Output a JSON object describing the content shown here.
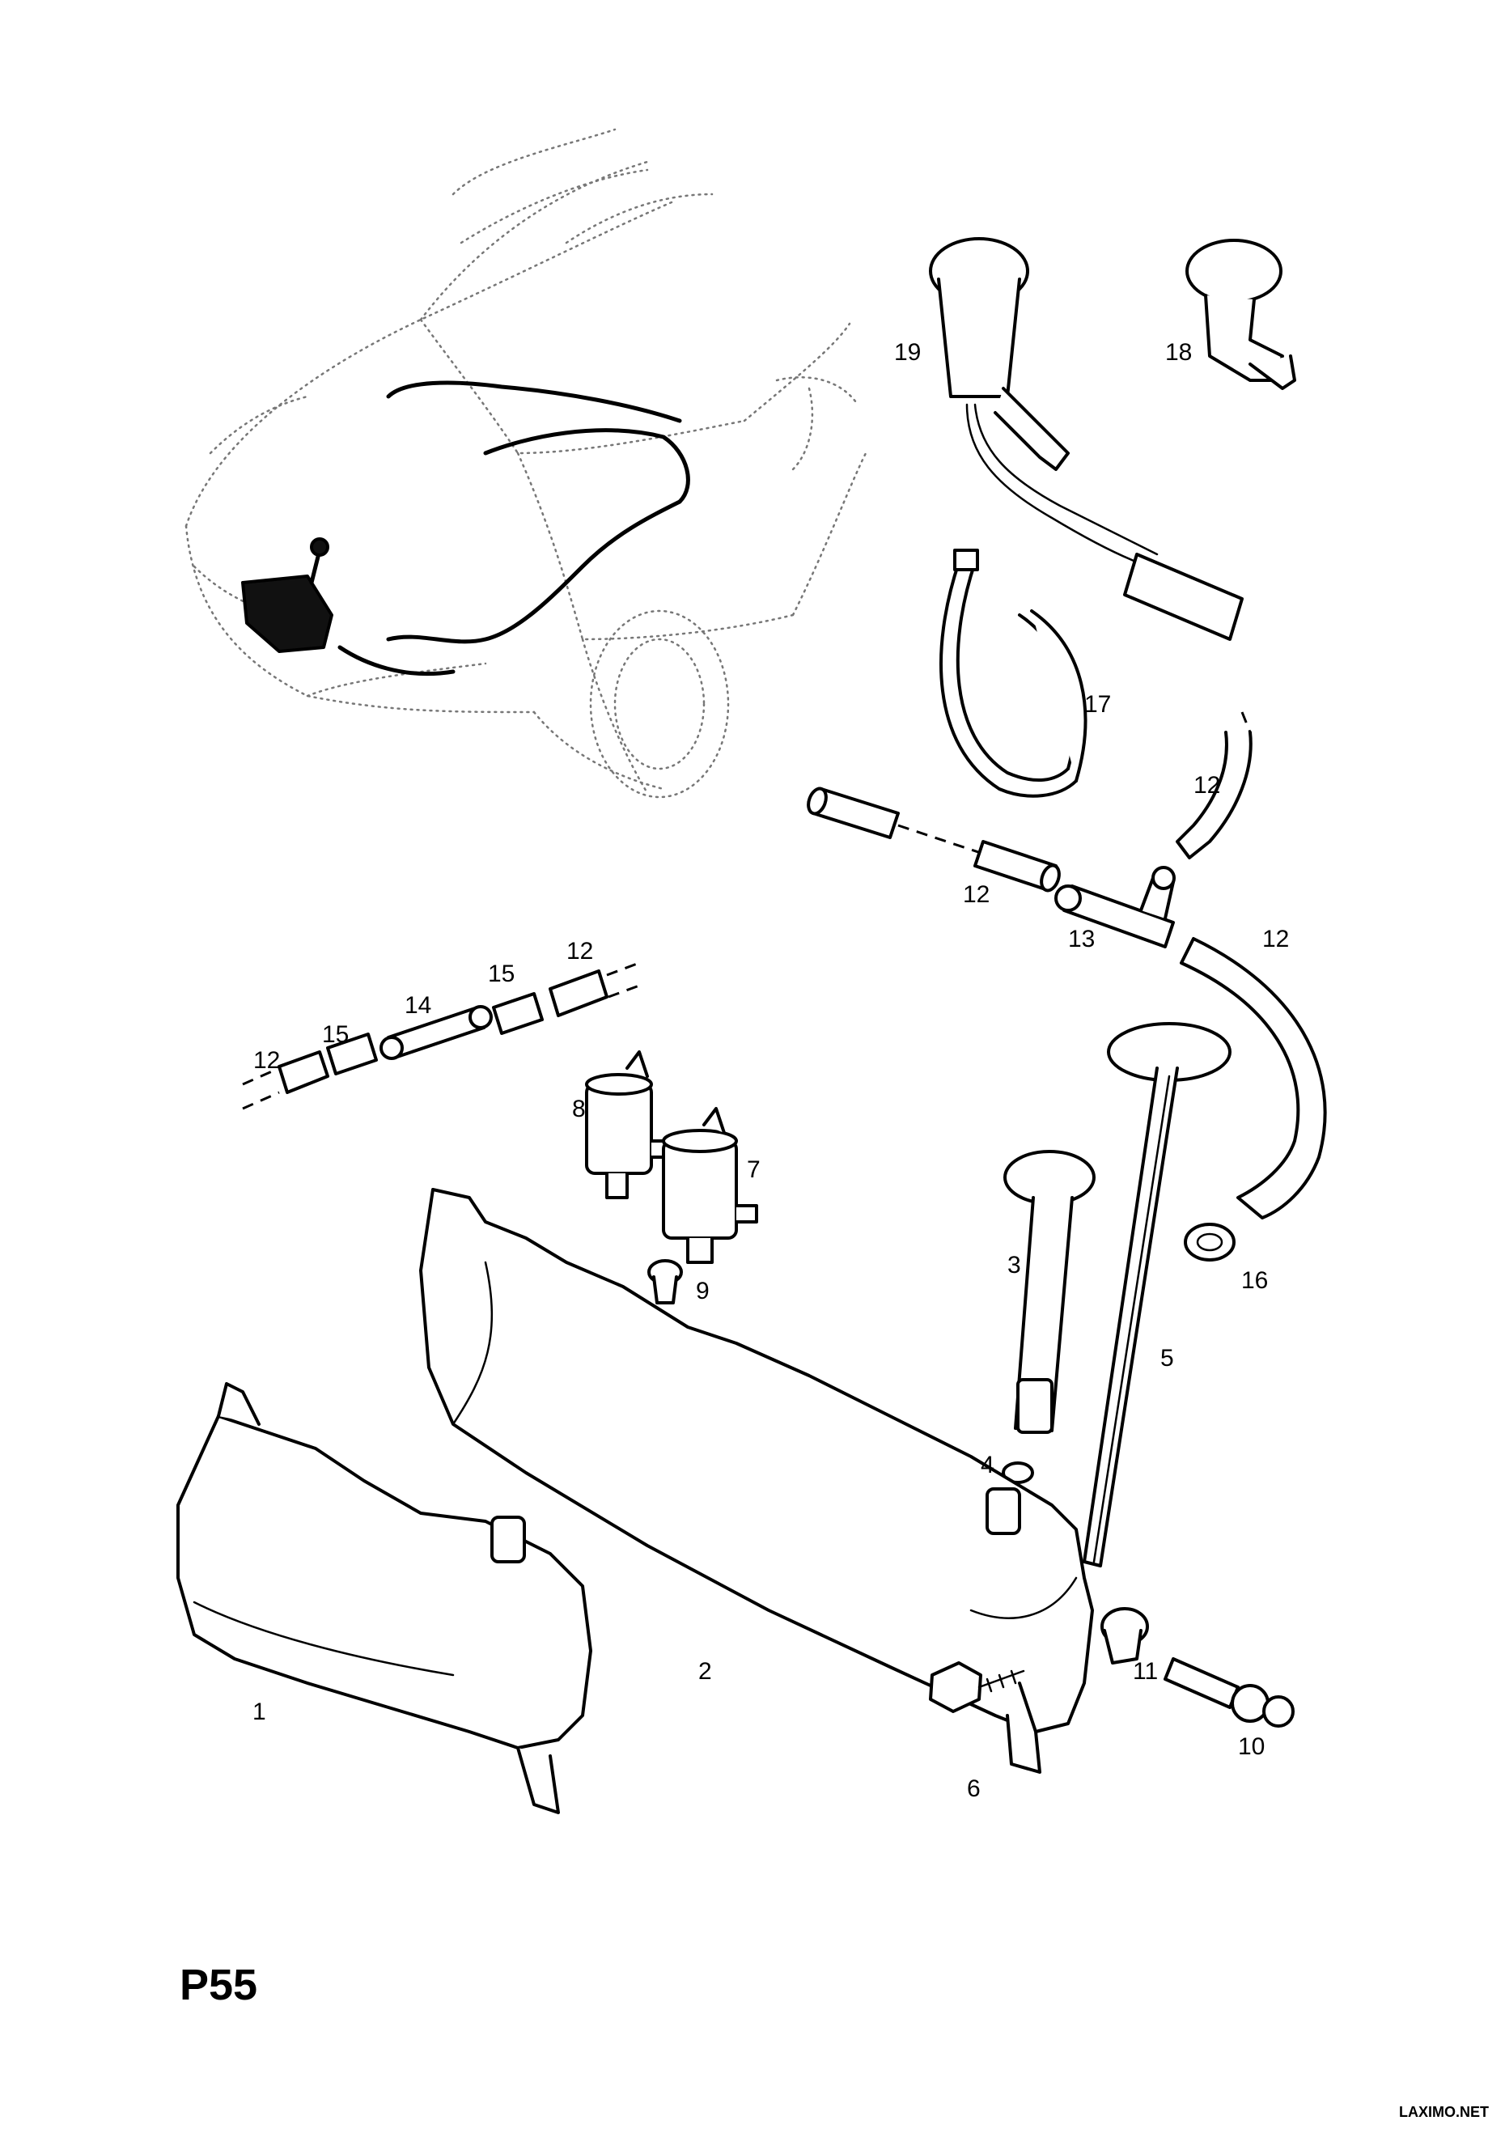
{
  "page_id": "P55",
  "watermark": "LAXIMO.NET",
  "parts": [
    {
      "id": "part-1",
      "label": "1"
    },
    {
      "id": "part-2",
      "label": "2"
    },
    {
      "id": "part-3",
      "label": "3"
    },
    {
      "id": "part-4",
      "label": "4"
    },
    {
      "id": "part-5",
      "label": "5"
    },
    {
      "id": "part-6",
      "label": "6"
    },
    {
      "id": "part-7",
      "label": "7"
    },
    {
      "id": "part-8",
      "label": "8"
    },
    {
      "id": "part-9",
      "label": "9"
    },
    {
      "id": "part-10",
      "label": "10"
    },
    {
      "id": "part-11",
      "label": "11"
    },
    {
      "id": "part-12a",
      "label": "12"
    },
    {
      "id": "part-12b",
      "label": "12"
    },
    {
      "id": "part-12c",
      "label": "12"
    },
    {
      "id": "part-12d",
      "label": "12"
    },
    {
      "id": "part-12e",
      "label": "12"
    },
    {
      "id": "part-13",
      "label": "13"
    },
    {
      "id": "part-14",
      "label": "14"
    },
    {
      "id": "part-15a",
      "label": "15"
    },
    {
      "id": "part-15b",
      "label": "15"
    },
    {
      "id": "part-16",
      "label": "16"
    },
    {
      "id": "part-17",
      "label": "17"
    },
    {
      "id": "part-18",
      "label": "18"
    },
    {
      "id": "part-19",
      "label": "19"
    }
  ]
}
